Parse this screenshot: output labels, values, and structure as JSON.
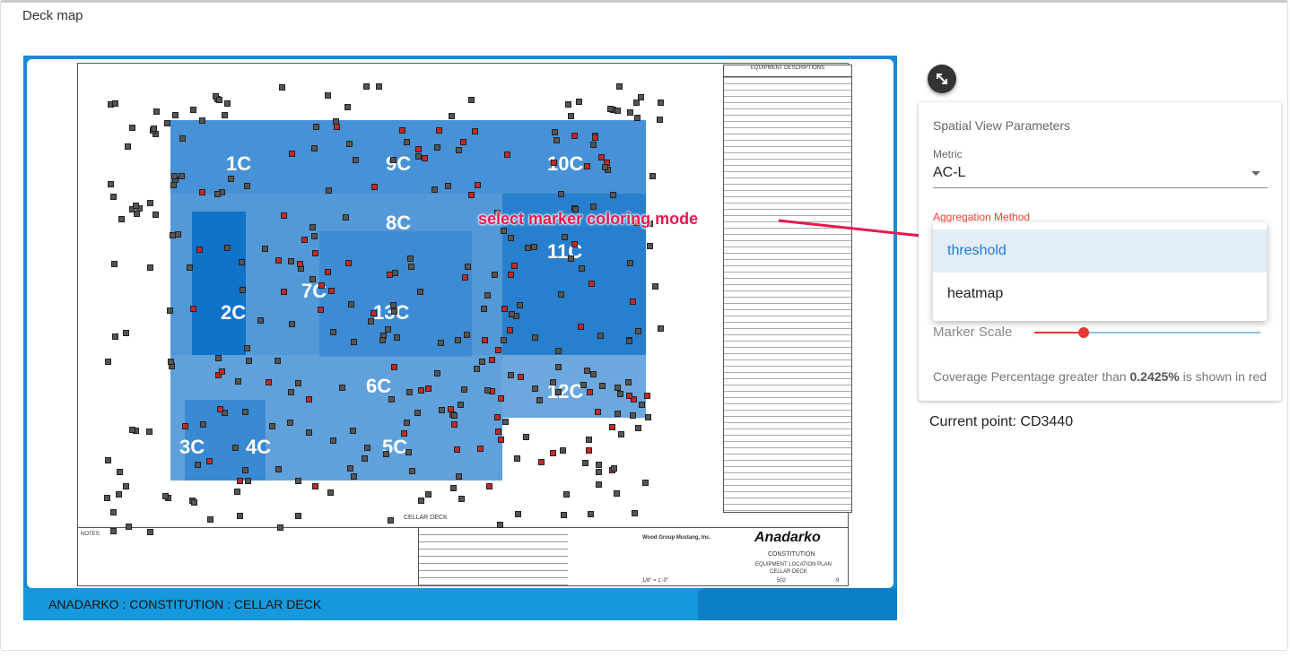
{
  "page": {
    "title": "Deck map"
  },
  "map": {
    "banner": "ANADARKO : CONSTITUTION : CELLAR DECK",
    "equipment_header": "EQUIPMENT DESCRIPTIONS",
    "titleblock": {
      "company": "Anadarko",
      "project": "CONSTITUTION",
      "plan": "EQUIPMENT LOCATION PLAN",
      "deck": "CELLAR DECK",
      "dwg_no": "502",
      "rev": "9",
      "designer": "Wood Group Mustang, Inc.",
      "scale": "1/8\" = 1'-0\"",
      "notes": "NOTES:",
      "deck_label": "CELLAR DECK"
    },
    "zones": [
      "1C",
      "9C",
      "10C",
      "8C",
      "11C",
      "7C",
      "2C",
      "13C",
      "6C",
      "12C",
      "3C",
      "4C",
      "5C"
    ],
    "colors": {
      "zone": "#1f7fd0",
      "marker_red": "#c62828",
      "marker_gray": "#555555"
    }
  },
  "annotation": {
    "text": "select marker coloring mode",
    "color": "#e8194f"
  },
  "expand_button": {
    "icon": "expand-diagonal-icon"
  },
  "panel": {
    "title": "Spatial View Parameters",
    "metric_label": "Metric",
    "metric_value": "AC-L",
    "aggregation_label": "Aggregation Method",
    "aggregation_options": [
      "threshold",
      "heatmap"
    ],
    "selected_option": "threshold",
    "marker_scale_label": "Marker Scale",
    "marker_scale_value": 0.22,
    "coverage_prefix": "Coverage Percentage greater than",
    "coverage_value": "0.2425%",
    "coverage_suffix": "is shown in red"
  },
  "current_point": "Current point: CD3440"
}
